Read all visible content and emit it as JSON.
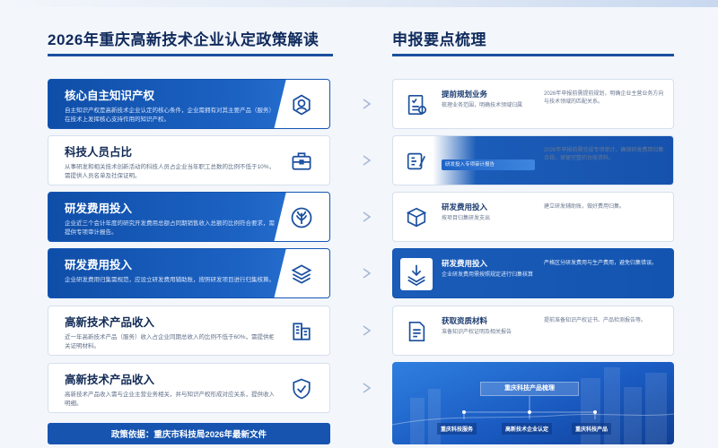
{
  "left": {
    "title": "2026年重庆高新技术企业认定政策解读",
    "cards": [
      {
        "title": "核心自主知识产权",
        "desc": "自主知识产权是高新技术企业认定的核心条件，企业需拥有对其主要产品（服务）在技术上发挥核心支持作用的知识产权。",
        "style": "blue",
        "icon": "badge-icon"
      },
      {
        "title": "科技人员占比",
        "desc": "从事研发和相关技术创新活动的科技人员占企业当年职工总数的比例不低于10%，需提供人员名单及社保证明。",
        "style": "white",
        "icon": "briefcase-icon"
      },
      {
        "title": "研发费用投入",
        "desc": "企业近三个会计年度的研究开发费用总额占同期销售收入总额的比例符合要求，需提供专项审计报告。",
        "style": "blue",
        "icon": "wheat-emblem-icon"
      },
      {
        "title": "研发费用投入",
        "desc": "企业研发费用归集需规范，应设立研发费用辅助账，按照研发项目进行归集核算。",
        "style": "blue",
        "icon": "layers-icon"
      },
      {
        "title": "高新技术产品收入",
        "desc": "近一年高新技术产品（服务）收入占企业同期总收入的比例不低于60%，需提供相关证明材料。",
        "style": "white",
        "icon": "building-icon"
      },
      {
        "title": "高新技术产品收入",
        "desc": "高新技术产品收入需与企业主营业务相关，并与知识产权形成对应关系，提供收入明细。",
        "style": "white",
        "icon": "shield-check-icon"
      }
    ],
    "policy_basis": "政策依据：重庆市科技局2026年最新文件"
  },
  "right": {
    "title": "申报要点梳理",
    "cards": [
      {
        "title": "提前规划业务",
        "sub": "梳理业务范围，明确技术领域归属",
        "right": "2026年申报前需提前规划，明确企业主营业务方向与技术领域的匹配关系。",
        "style": "white",
        "icon": "checklist-icon"
      },
      {
        "title": "",
        "sub": "",
        "bar": "研发投入专项审计报告",
        "right": "2026年申报前需完成专项审计，确保研发费用归集合规，保留完整的台账资料。",
        "style": "split",
        "icon": "document-pen-icon"
      },
      {
        "title": "研发费用投入",
        "sub": "按项目归集研发支出",
        "right": "建立研发辅助账，做好费用归集。",
        "style": "white",
        "icon": "box-stack-icon"
      },
      {
        "title": "研发费用投入",
        "sub": "企业研发费用需按照规定进行归集核算",
        "right": "严格区分研发费用与生产费用，避免归集错误。",
        "style": "blue",
        "icon": "download-tray-icon"
      },
      {
        "title": "获取资质材料",
        "sub": "准备知识产权证明及相关报告",
        "right": "提前准备知识产权证书、产品检测报告等。",
        "style": "white",
        "icon": "report-icon"
      }
    ],
    "feature": {
      "label": "重庆科技产品梳理",
      "nodes": [
        "重庆科技服务",
        "高新技术企业认定",
        "重庆科技产品"
      ]
    }
  }
}
